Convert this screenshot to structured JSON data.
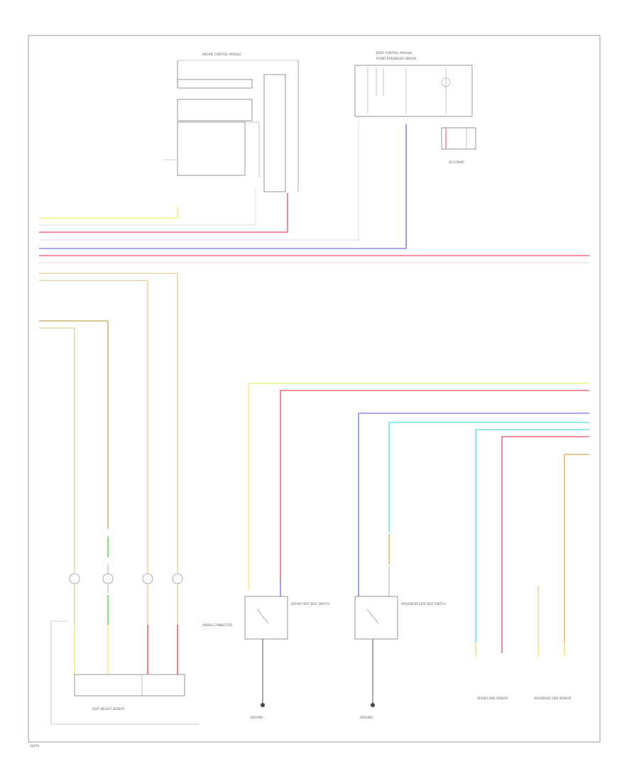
{
  "diagram": {
    "frame_label": "3D4T4",
    "modules": {
      "engine_control": "ENGINE CONTROL MODULE",
      "body_control": "BODY CONTROL MODULE",
      "front_passenger_sensor": "FRONT PASSENGER SENSOR",
      "occupant_label": "OCCUPANT",
      "seat_sensors": "SEAT WEIGHT SENSOR",
      "driver_seat_switch": "DRIVER SEAT BELT SWITCH",
      "pass_seat_switch": "PASSENGER SEAT BELT SWITCH",
      "driver_side_sensor": "DRIVER SIDE SENSOR",
      "pass_side_sensor": "PASSENGER SIDE SENSOR",
      "ground_1": "GROUND",
      "ground_2": "GROUND",
      "airbag_connector": "AIRBAG CONNECTOR"
    },
    "wire_colors": {
      "yellow": "#f4f08a",
      "red": "#f26a7e",
      "blue": "#8a8af2",
      "tan": "#e6d9a8",
      "olive": "#c9b774",
      "cyan": "#6fe6ee",
      "orange": "#f5b070",
      "green": "#6ee06e",
      "gray": "#bdbdbd",
      "black": "#555555"
    }
  }
}
